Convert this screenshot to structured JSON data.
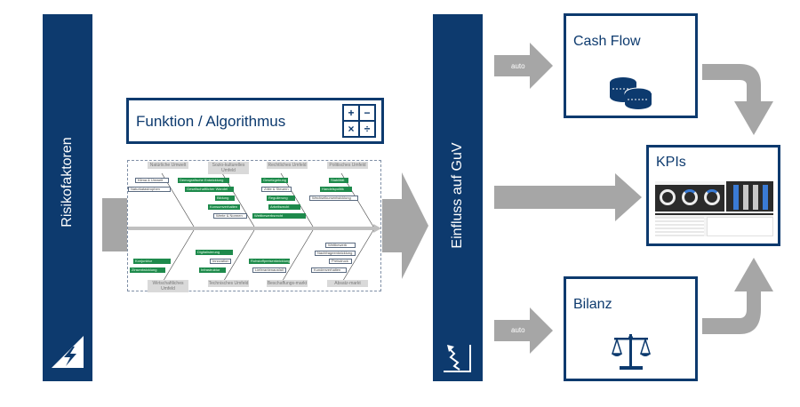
{
  "left_panel": {
    "label": "Risikofaktoren",
    "icon": "warning-lightning-icon"
  },
  "function_box": {
    "title": "Funktion / Algorithmus",
    "icon": "calculator-operators-icon",
    "operators": [
      "+",
      "−",
      "×",
      "÷"
    ]
  },
  "fishbone": {
    "top_categories": [
      {
        "label": "Natürliche Umwelt",
        "tags": [
          {
            "text": "Klima & Umwelt",
            "style": "w"
          },
          {
            "text": "Naturkatastrophen",
            "style": "w"
          }
        ]
      },
      {
        "label": "Sozio-kulturelles Umfeld",
        "tags": [
          {
            "text": "Demografische Entwicklung",
            "style": "g"
          },
          {
            "text": "Gesellschaftlicher Wandel",
            "style": "g"
          },
          {
            "text": "Bildung",
            "style": "g"
          },
          {
            "text": "Konsumverhalten",
            "style": "g"
          },
          {
            "text": "Werte & Normen",
            "style": "w"
          }
        ]
      },
      {
        "label": "Rechtliches Umfeld",
        "tags": [
          {
            "text": "Gesetzgebung",
            "style": "g"
          },
          {
            "text": "Zölle & Steuern",
            "style": "w"
          },
          {
            "text": "Regulierung",
            "style": "g"
          },
          {
            "text": "Arbeitsrecht",
            "style": "g"
          },
          {
            "text": "Wettbewerbsrecht",
            "style": "g"
          }
        ]
      },
      {
        "label": "Politisches Umfeld",
        "tags": [
          {
            "text": "Stabilität",
            "style": "g"
          },
          {
            "text": "Handelspolitik",
            "style": "g"
          },
          {
            "text": "Wechselkursentwicklung",
            "style": "w"
          }
        ]
      }
    ],
    "bottom_categories": [
      {
        "label": "Wirtschaftliches Umfeld",
        "tags": [
          {
            "text": "Konjunktur",
            "style": "g"
          },
          {
            "text": "Zinsentwicklung",
            "style": "g"
          }
        ]
      },
      {
        "label": "Technisches Umfeld",
        "tags": [
          {
            "text": "Digitalisierung",
            "style": "g"
          },
          {
            "text": "Innovation",
            "style": "w"
          },
          {
            "text": "Infrastruktur",
            "style": "g"
          }
        ]
      },
      {
        "label": "Beschaffungs-markt",
        "tags": [
          {
            "text": "Rohstoffpreisentwicklung",
            "style": "g"
          },
          {
            "text": "Lieferantenausfall",
            "style": "w"
          }
        ]
      },
      {
        "label": "Absatz-markt",
        "tags": [
          {
            "text": "Wettbewerb",
            "style": "w"
          },
          {
            "text": "Nachfrageentwicklung",
            "style": "w"
          },
          {
            "text": "Preisdruck",
            "style": "w"
          },
          {
            "text": "Kundenverhalten",
            "style": "w"
          }
        ]
      }
    ]
  },
  "center_panel": {
    "label": "Einfluss auf GuV",
    "icon": "trend-chart-icon"
  },
  "arrows": {
    "top_label": "auto",
    "bottom_label": "auto"
  },
  "cash_flow": {
    "title": "Cash Flow",
    "icon": "coins-icon"
  },
  "kpis": {
    "title": "KPIs",
    "icon": "dashboard-thumbnail"
  },
  "bilanz": {
    "title": "Bilanz",
    "icon": "balance-scale-icon"
  },
  "colors": {
    "navy": "#0d3a6e",
    "arrow_gray": "#a6a6a6",
    "tag_green": "#1e8a4c",
    "category_gray": "#d9d9d9"
  }
}
